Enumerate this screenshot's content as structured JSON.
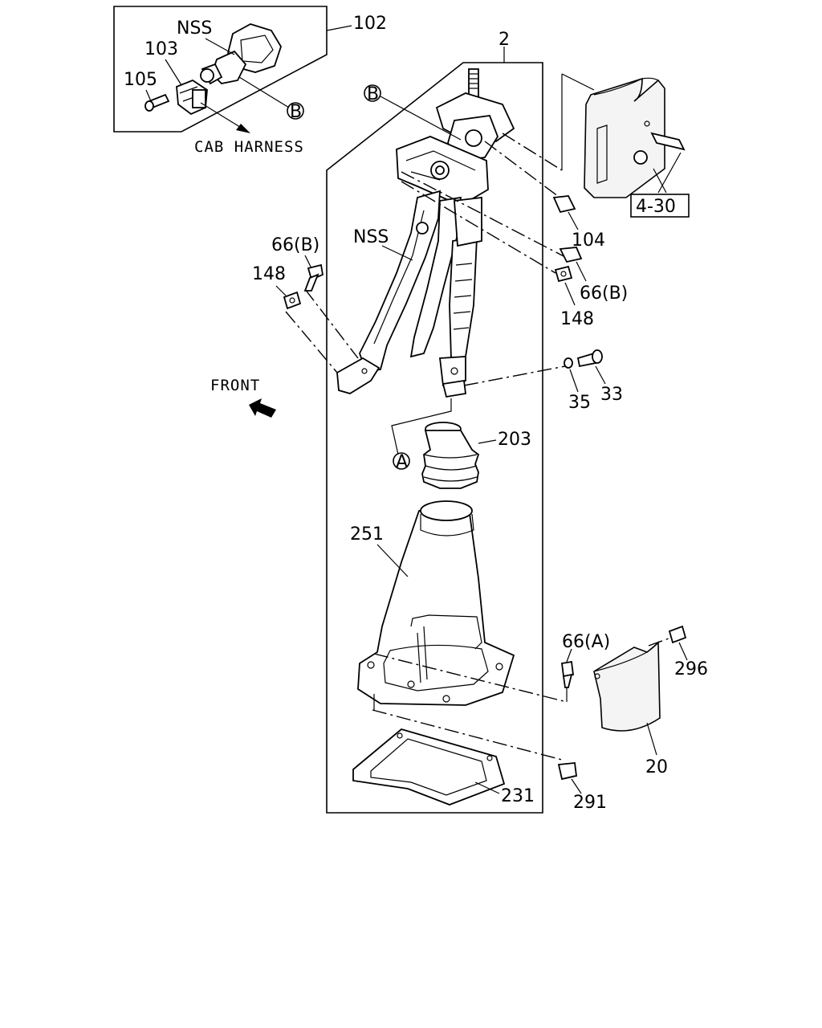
{
  "callouts": {
    "c102": "102",
    "c2": "2",
    "c103": "103",
    "c105": "105",
    "nss_top": "NSS",
    "cab_harness": "CAB HARNESS",
    "circle_b_top": "B",
    "circle_b_main": "B",
    "nss_main": "NSS",
    "c66b_left": "66(B)",
    "c148_left": "148",
    "c104": "104",
    "c66b_right": "66(B)",
    "c148_right": "148",
    "c4_30": "4-30",
    "front": "FRONT",
    "c35": "35",
    "c33": "33",
    "circle_a": "A",
    "c203": "203",
    "c251": "251",
    "c66a": "66(A)",
    "c296": "296",
    "c20": "20",
    "c231": "231",
    "c291": "291"
  }
}
